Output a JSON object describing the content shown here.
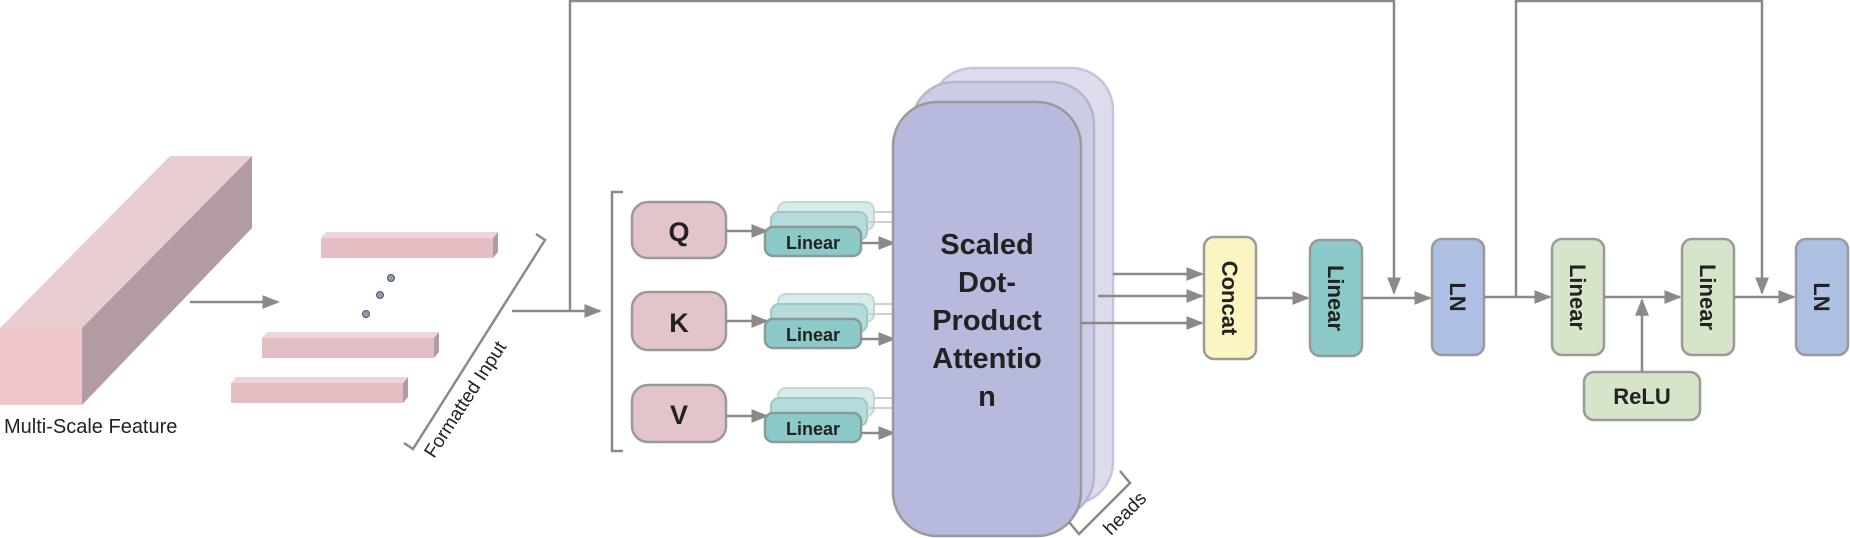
{
  "labels": {
    "multi_scale_feature": "Multi-Scale Feature",
    "formatted_input": "Formatted Input",
    "heads": "heads",
    "attention_lines": [
      "Scaled",
      "Dot-",
      "Product",
      "Attentio",
      "n"
    ]
  },
  "qkv": [
    {
      "name": "Q",
      "linear": "Linear"
    },
    {
      "name": "K",
      "linear": "Linear"
    },
    {
      "name": "V",
      "linear": "Linear"
    }
  ],
  "blocks": {
    "concat": "Concat",
    "linear_after_concat": "Linear",
    "ln1": "LN",
    "ffn_linear1": "Linear",
    "ffn_linear2": "Linear",
    "relu": "ReLU",
    "ln2": "LN"
  },
  "colors": {
    "feature_front": "#f0c8cc",
    "feature_top": "#e6ccd0",
    "feature_side": "#b09a9f",
    "qkv_fill": "#e3c5c9",
    "linear_teal": "#8ccac9",
    "attention_fill": "#b8badd",
    "concat_fill": "#fbf5c2",
    "ln_fill": "#aec0e3",
    "ffn_fill": "#d6e5c9",
    "stroke": "#9a9a9a",
    "arrow": "#8a8a8a"
  }
}
